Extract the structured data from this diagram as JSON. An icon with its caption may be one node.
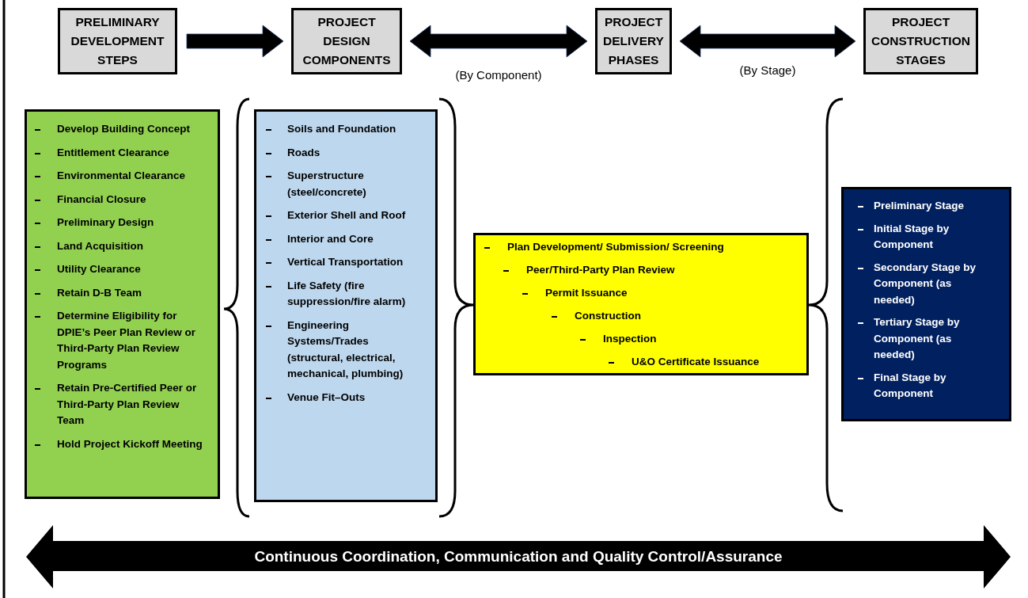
{
  "diagram": {
    "nodes": [
      {
        "text": [
          "PRELIMINARY DEVELOPMENT STEPS"
        ]
      },
      {
        "text": [
          "PROJECT DESIGN COMPONENTS"
        ]
      },
      {
        "text": [
          "PROJECT DELIVERY PHASES"
        ]
      },
      {
        "text": [
          "PROJECT CONSTRUCTION STAGES"
        ]
      },
      {
        "text": [
          "Develop Building Concept",
          "Entitlement Clearance",
          "Environmental Clearance",
          "Financial  Closure",
          "Preliminary  Design",
          "Land Acquisition",
          "Utility Clearance",
          "Retain D-B Team",
          "Determine Eligibility for DPIE’s Peer Plan Review or Third-Party Plan Review Programs",
          "Retain Pre-Certified Peer or Third-Party Plan Review Team",
          "Hold Project Kickoff Meeting"
        ]
      },
      {
        "text": [
          "Soils and Foundation",
          "Roads",
          "Superstructure (steel/concrete)",
          "Exterior Shell and Roof",
          "Interior and Core",
          "Vertical Transportation",
          "Life Safety (fire suppression/fire alarm)",
          "Engineering Systems/Trades (structural, electrical, mechanical, plumbing)",
          "Venue Fit–Outs"
        ]
      },
      {
        "text": [
          "Plan Development/ Submission/ Screening",
          "Peer/Third-Party Plan Review",
          "Permit Issuance",
          "Construction",
          "Inspection",
          "U&O Certificate Issuance"
        ]
      },
      {
        "text": [
          "Preliminary Stage",
          "Initial Stage by Component",
          "Secondary Stage by Component (as needed)",
          "Tertiary Stage by Component  (as needed)",
          "Final Stage by Component"
        ]
      },
      {
        "text": [
          "Continuous Coordination, Communication and Quality Control/Assurance"
        ]
      }
    ],
    "edges": [
      {
        "from": 0,
        "to": 1,
        "arrow": "to"
      },
      {
        "from": 1,
        "to": 2,
        "arrow": "both",
        "label": "(By Component)"
      },
      {
        "from": 2,
        "to": 3,
        "arrow": "both",
        "label": "(By Stage)"
      }
    ]
  }
}
